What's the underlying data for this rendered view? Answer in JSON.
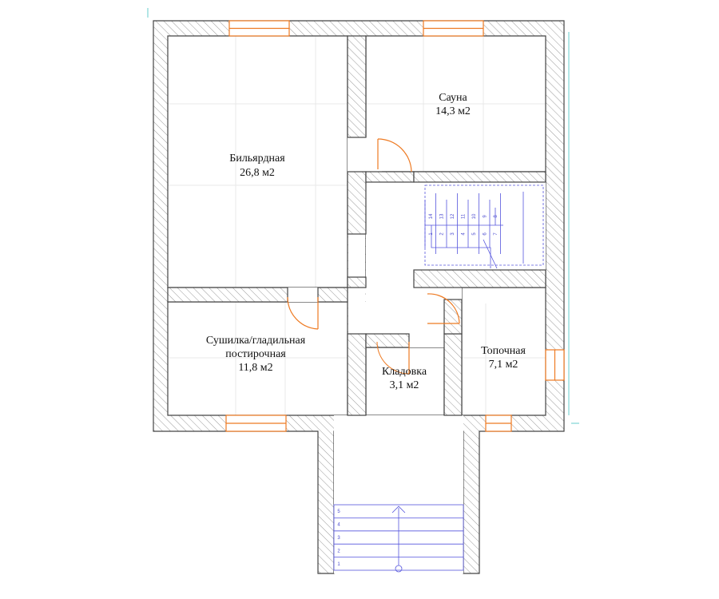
{
  "rooms": [
    {
      "id": "billiard",
      "name": "Бильярдная",
      "area": "26,8 м2"
    },
    {
      "id": "sauna",
      "name": "Сауна",
      "area": "14,3 м2"
    },
    {
      "id": "dryer",
      "name_line1": "Сушилка/гладильная",
      "name_line2": "постирочная",
      "area": "11,8 м2"
    },
    {
      "id": "storage",
      "name": "Кладовка",
      "area": "3,1 м2"
    },
    {
      "id": "boiler",
      "name": "Топочная",
      "area": "7,1 м2"
    }
  ],
  "interior_stair": {
    "upper_steps": [
      "14",
      "13",
      "12",
      "11",
      "10",
      "9",
      "8"
    ],
    "lower_steps": [
      "1",
      "2",
      "3",
      "4",
      "5",
      "6",
      "7"
    ]
  },
  "exterior_stair": {
    "steps": [
      "5",
      "4",
      "3",
      "2",
      "1"
    ]
  },
  "colors": {
    "wall_stroke": "#444444",
    "hatch": "#9a9a9a",
    "grid": "#e6e6e6",
    "window": "#ee7a22",
    "door": "#ee7a22",
    "stair": "#5555dd",
    "text": "#111111"
  }
}
